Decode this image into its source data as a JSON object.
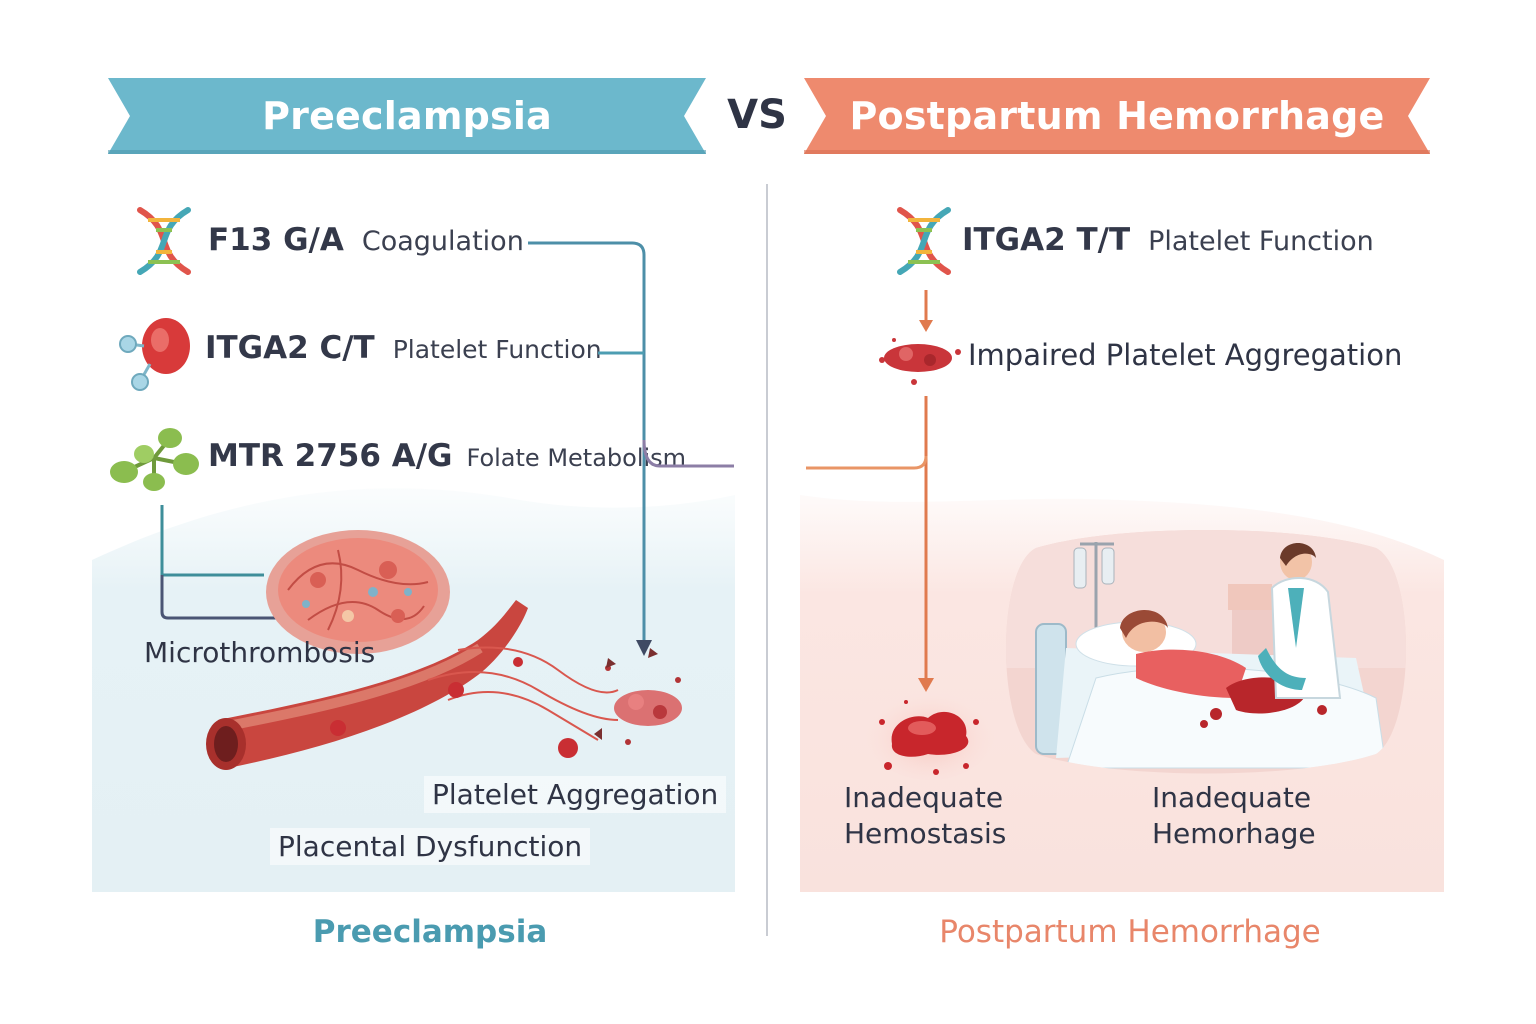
{
  "header": {
    "left_title": "Preeclampsia",
    "vs": "VS",
    "right_title": "Postpartum Hemorrhage"
  },
  "colors": {
    "left_accent": "#6cb8cc",
    "right_accent": "#ee8a6e",
    "text_dark": "#2f3445"
  },
  "left": {
    "genes": [
      {
        "name": "F13 G/A",
        "function": "Coagulation",
        "icon": "dna-icon"
      },
      {
        "name": "ITGA2 C/T",
        "function": "Platelet Function",
        "icon": "platelet-cell-icon"
      },
      {
        "name": "MTR 2756 A/G",
        "function": "Folate Metabolism",
        "icon": "molecule-icon"
      }
    ],
    "labels": {
      "microthrombosis": "Microthrombosis",
      "platelet_aggregation": "Platelet Aggregation",
      "placental_dysfunction": "Placental Dysfunction"
    },
    "footer": "Preeclampsia"
  },
  "right": {
    "gene": {
      "name": "ITGA2 T/T",
      "function": "Platelet Function",
      "icon": "dna-icon"
    },
    "labels": {
      "impaired": "Impaired Platelet Aggregation",
      "hemostasis_line1": "Inadequate",
      "hemostasis_line2": "Hemostasis",
      "hemorrhage_line1": "Inadequate",
      "hemorrhage_line2": "Hemorhage"
    },
    "footer": "Postpartum Hemorrhage"
  }
}
